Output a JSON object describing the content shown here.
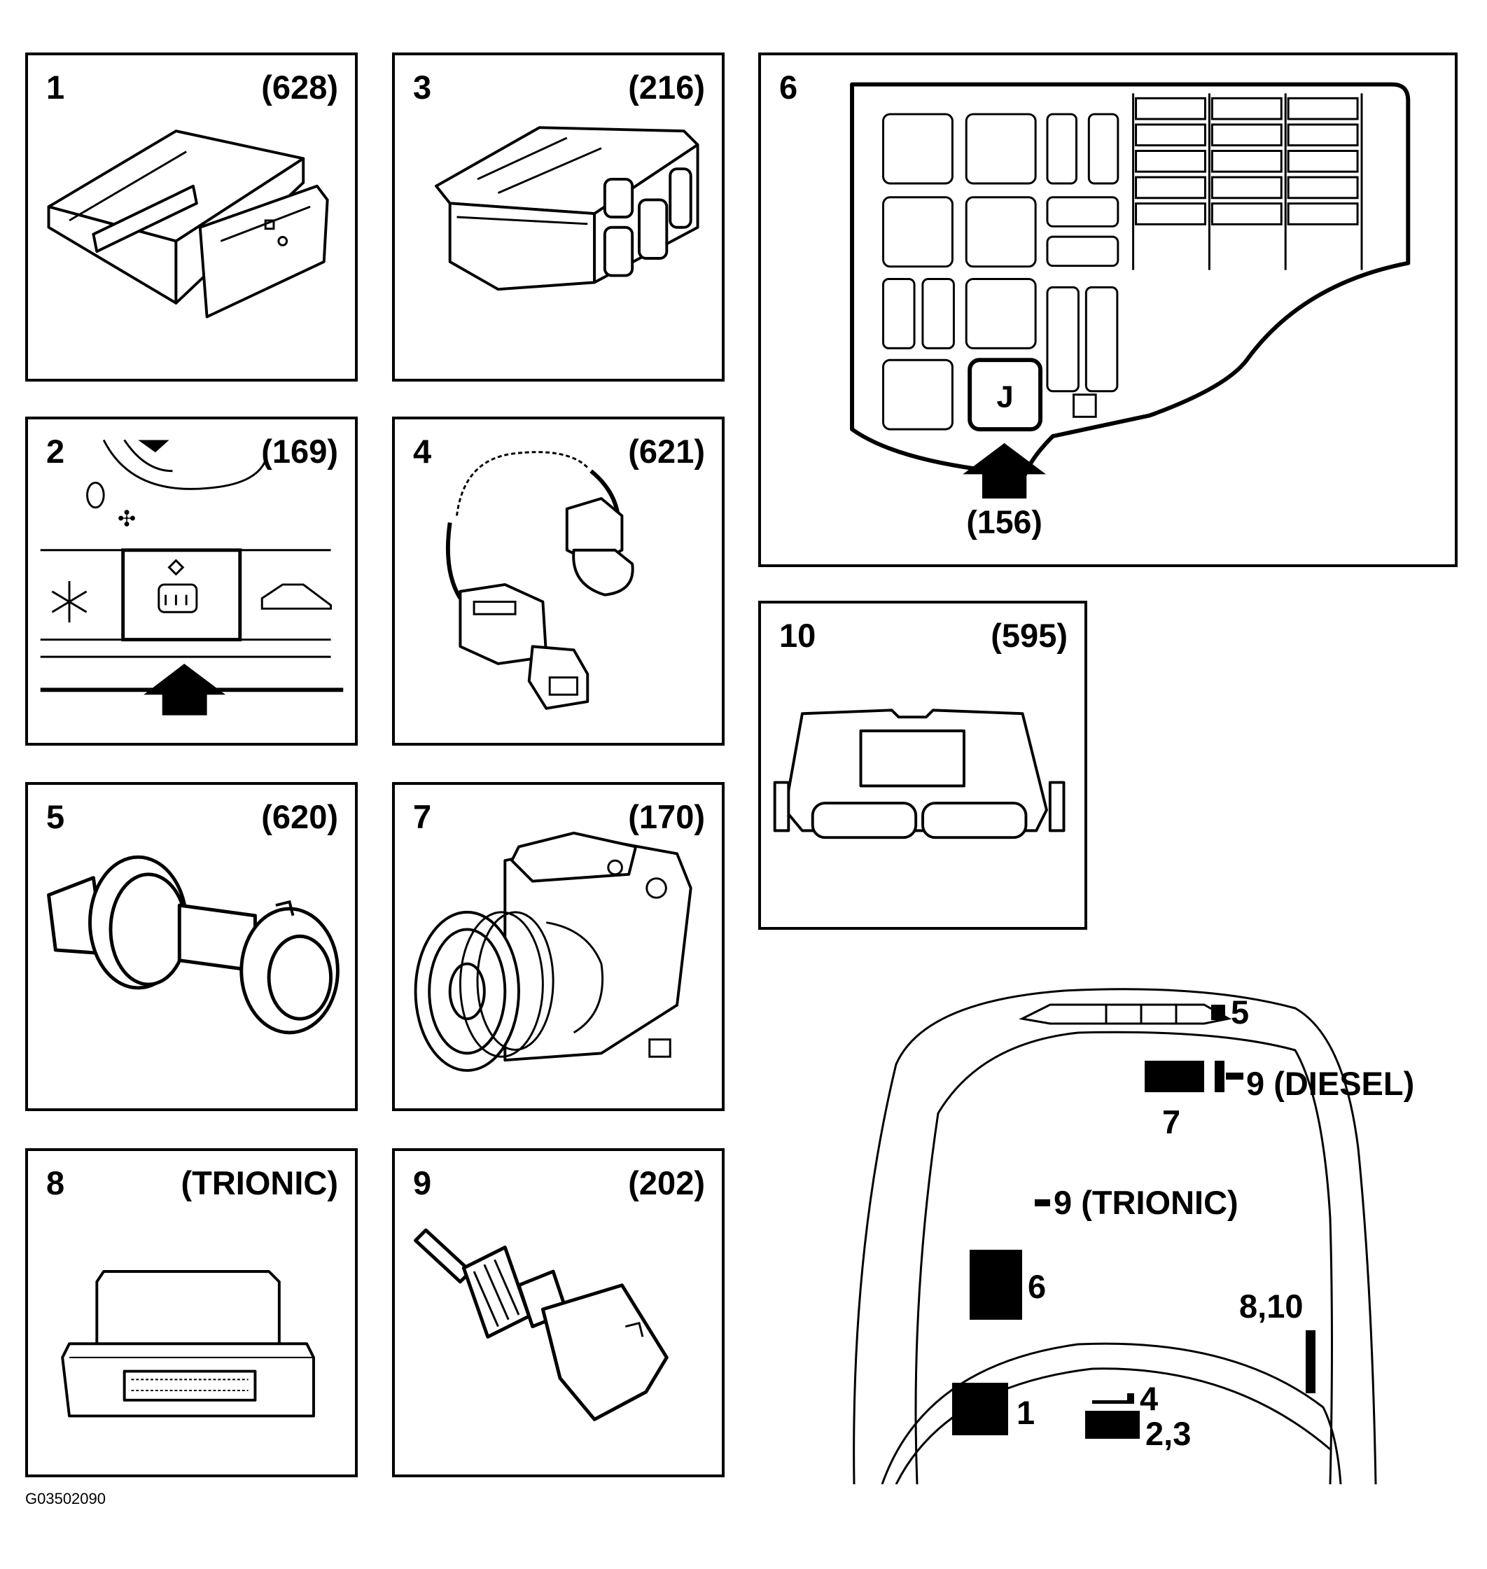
{
  "panels": [
    {
      "number": "1",
      "code": "(628)",
      "icon": "control-module-box"
    },
    {
      "number": "3",
      "code": "(216)",
      "icon": "connector-housing"
    },
    {
      "number": "6",
      "code": "",
      "icon": "fuse-relay-box",
      "relay_label": "J",
      "arrow_code": "(156)"
    },
    {
      "number": "2",
      "code": "(169)",
      "icon": "ac-control-panel"
    },
    {
      "number": "4",
      "code": "(621)",
      "icon": "harness-connector"
    },
    {
      "number": "10",
      "code": "(595)",
      "icon": "engine-control-module"
    },
    {
      "number": "5",
      "code": "(620)",
      "icon": "pressure-switch"
    },
    {
      "number": "7",
      "code": "(170)",
      "icon": "ac-compressor"
    },
    {
      "number": "8",
      "code": "(TRIONIC)",
      "icon": "trionic-control-module"
    },
    {
      "number": "9",
      "code": "(202)",
      "icon": "temperature-sensor"
    }
  ],
  "locator": {
    "labels": {
      "l5": "5",
      "l9diesel": "9 (DIESEL)",
      "l7": "7",
      "l9trionic": "9 (TRIONIC)",
      "l6": "6",
      "l810": "8,10",
      "l1": "1",
      "l4": "4",
      "l23": "2,3"
    }
  },
  "figure_id": "G03502090"
}
